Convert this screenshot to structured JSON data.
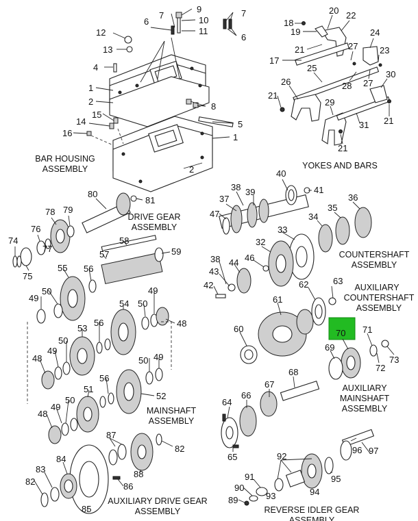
{
  "highlight": {
    "part": "70",
    "color": "#22bb22"
  },
  "captions": {
    "bar_housing": [
      "BAR HOUSING",
      "ASSEMBLY"
    ],
    "yokes_bars": [
      "YOKES AND BARS"
    ],
    "drive_gear": [
      "DRIVE GEAR",
      "ASSEMBLY"
    ],
    "countershaft": [
      "COUNTERSHAFT",
      "ASSEMBLY"
    ],
    "aux_countershaft": [
      "AUXILIARY",
      "COUNTERSHAFT",
      "ASSEMBLY"
    ],
    "aux_mainshaft": [
      "AUXILIARY",
      "MAINSHAFT",
      "ASSEMBLY"
    ],
    "mainshaft": [
      "MAINSHAFT",
      "ASSEMBLY"
    ],
    "aux_drive_gear": [
      "AUXILIARY DRIVE GEAR",
      "ASSEMBLY"
    ],
    "reverse_idler": [
      "REVERSE IDLER GEAR",
      "ASSEMBLY"
    ]
  },
  "callouts": {
    "c9": "9",
    "c7a": "7",
    "c10": "10",
    "c6a": "6",
    "c11": "11",
    "c7b": "7",
    "c6b": "6",
    "c12": "12",
    "c13": "13",
    "c4": "4",
    "c1a": "1",
    "c2a": "2",
    "c8": "8",
    "c15": "15",
    "c14": "14",
    "c16": "16",
    "c5": "5",
    "c1b": "1",
    "c2b": "2",
    "c18": "18",
    "c20": "20",
    "c22": "22",
    "c19": "19",
    "c24": "24",
    "c21a": "21",
    "c27a": "27",
    "c23": "23",
    "c17": "17",
    "c25": "25",
    "c28": "28",
    "c27b": "27",
    "c30": "30",
    "c21b": "21",
    "c26": "26",
    "c29": "29",
    "c31": "31",
    "c21c": "21",
    "c21d": "21",
    "c40": "40",
    "c41": "41",
    "c38a": "38",
    "c39": "39",
    "c37": "37",
    "c36": "36",
    "c35": "35",
    "c34": "34",
    "c47": "47",
    "c33": "33",
    "c32": "32",
    "c38b": "38",
    "c44": "44",
    "c46": "46",
    "c43": "43",
    "c42": "42",
    "c62": "62",
    "c63": "63",
    "c61": "61",
    "c60": "60",
    "c69": "69",
    "c70": "70",
    "c71": "71",
    "c72": "72",
    "c73": "73",
    "c67": "67",
    "c68": "68",
    "c64": "64",
    "c66": "66",
    "c65": "65",
    "c96": "96",
    "c97": "97",
    "c92": "92",
    "c95": "95",
    "c91": "91",
    "c90": "90",
    "c89": "89",
    "c94": "94",
    "c93": "93",
    "c80": "80",
    "c81": "81",
    "c78": "78",
    "c79": "79",
    "c76": "76",
    "c74": "74",
    "c77": "77",
    "c75": "75",
    "c58": "58",
    "c57": "57",
    "c59": "59",
    "c55": "55",
    "c56a": "56",
    "c49a": "49",
    "c50a": "50",
    "c54": "54",
    "c50b": "50",
    "c49b": "49",
    "c48a": "48",
    "c53": "53",
    "c56b": "56",
    "c50c": "50",
    "c49c": "49",
    "c48b": "48",
    "c50d": "50",
    "c49d": "49",
    "c56c": "56",
    "c51": "51",
    "c52": "52",
    "c50e": "50",
    "c49e": "49",
    "c48c": "48",
    "c87": "87",
    "c82a": "82",
    "c84": "84",
    "c88": "88",
    "c83": "83",
    "c86": "86",
    "c82b": "82",
    "c85": "85"
  }
}
